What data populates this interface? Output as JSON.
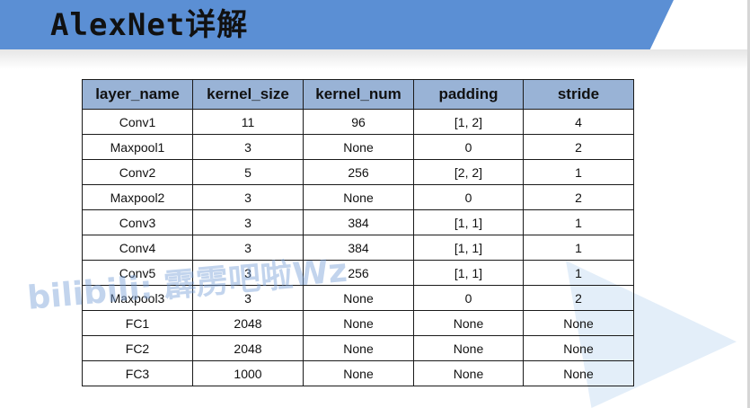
{
  "title": "AlexNet详解",
  "watermark": "bilibili: 霹雳吧啦Wz",
  "colors": {
    "title_bar": "#5b8fd4",
    "header_fill": "#99b3d6"
  },
  "table": {
    "headers": [
      "layer_name",
      "kernel_size",
      "kernel_num",
      "padding",
      "stride"
    ],
    "rows": [
      [
        "Conv1",
        "11",
        "96",
        "[1, 2]",
        "4"
      ],
      [
        "Maxpool1",
        "3",
        "None",
        "0",
        "2"
      ],
      [
        "Conv2",
        "5",
        "256",
        "[2, 2]",
        "1"
      ],
      [
        "Maxpool2",
        "3",
        "None",
        "0",
        "2"
      ],
      [
        "Conv3",
        "3",
        "384",
        "[1, 1]",
        "1"
      ],
      [
        "Conv4",
        "3",
        "384",
        "[1, 1]",
        "1"
      ],
      [
        "Conv5",
        "3",
        "256",
        "[1, 1]",
        "1"
      ],
      [
        "Maxpool3",
        "3",
        "None",
        "0",
        "2"
      ],
      [
        "FC1",
        "2048",
        "None",
        "None",
        "None"
      ],
      [
        "FC2",
        "2048",
        "None",
        "None",
        "None"
      ],
      [
        "FC3",
        "1000",
        "None",
        "None",
        "None"
      ]
    ]
  }
}
